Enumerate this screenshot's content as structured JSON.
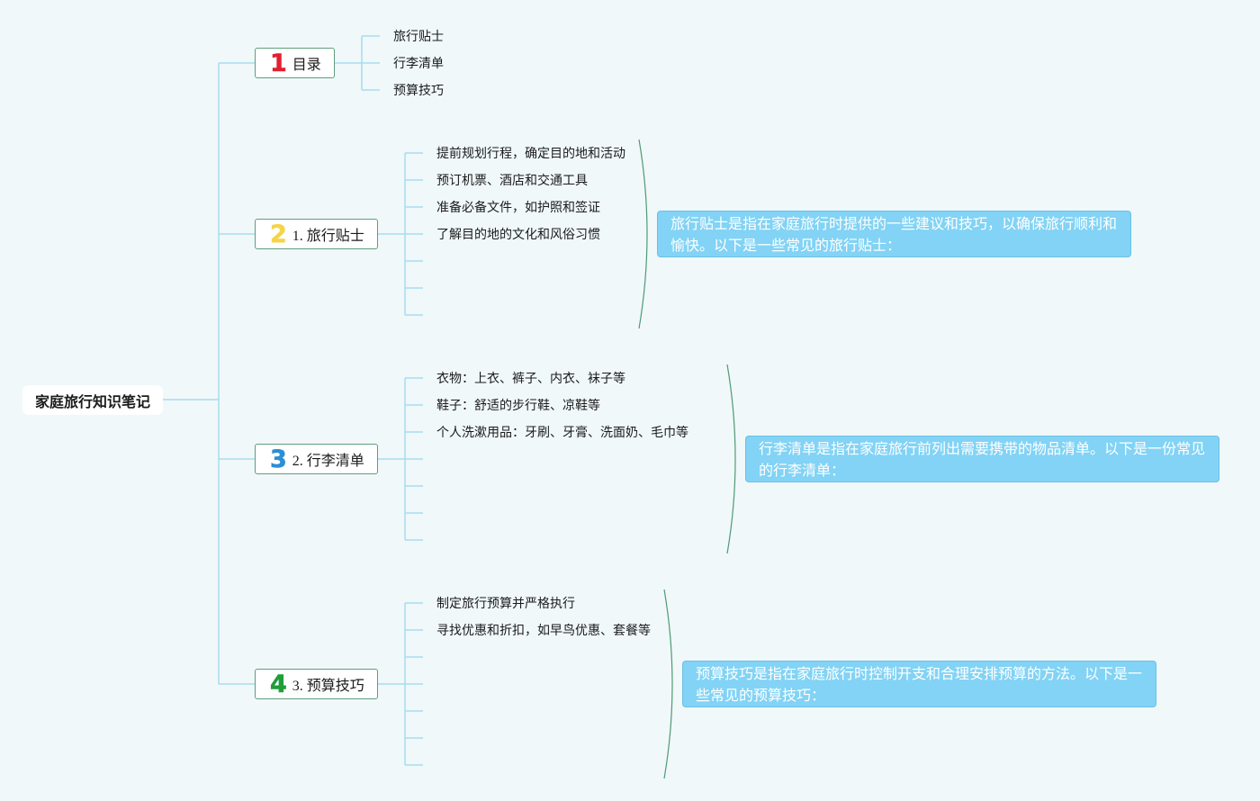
{
  "root": {
    "label": "家庭旅行知识笔记"
  },
  "toc": {
    "number": "1",
    "label": "目录",
    "items": [
      "旅行贴士",
      "行李清单",
      "预算技巧"
    ]
  },
  "sections": [
    {
      "number": "2",
      "label": "1. 旅行贴士",
      "items": [
        "提前规划行程，确定目的地和活动",
        "预订机票、酒店和交通工具",
        "准备必备文件，如护照和签证",
        "了解目的地的文化和风俗习惯"
      ],
      "note": "旅行贴士是指在家庭旅行时提供的一些建议和技巧，以确保旅行顺利和愉快。以下是一些常见的旅行贴士："
    },
    {
      "number": "3",
      "label": "2. 行李清单",
      "items": [
        "衣物：上衣、裤子、内衣、袜子等",
        "鞋子：舒适的步行鞋、凉鞋等",
        "个人洗漱用品：牙刷、牙膏、洗面奶、毛巾等"
      ],
      "note": "行李清单是指在家庭旅行前列出需要携带的物品清单。以下是一份常见的行李清单："
    },
    {
      "number": "4",
      "label": "3. 预算技巧",
      "items": [
        "制定旅行预算并严格执行",
        "寻找优惠和折扣，如早鸟优惠、套餐等"
      ],
      "note": "预算技巧是指在家庭旅行时控制开支和合理安排预算的方法。以下是一些常见的预算技巧："
    }
  ],
  "colors": {
    "connector": "#a7dcee",
    "bracket": "#4f9a74",
    "number_1": "#e0202e",
    "number_2": "#f5d547",
    "number_3": "#2a8fd6",
    "number_4": "#1f9e3a",
    "note_bg": "#82d3f5"
  }
}
